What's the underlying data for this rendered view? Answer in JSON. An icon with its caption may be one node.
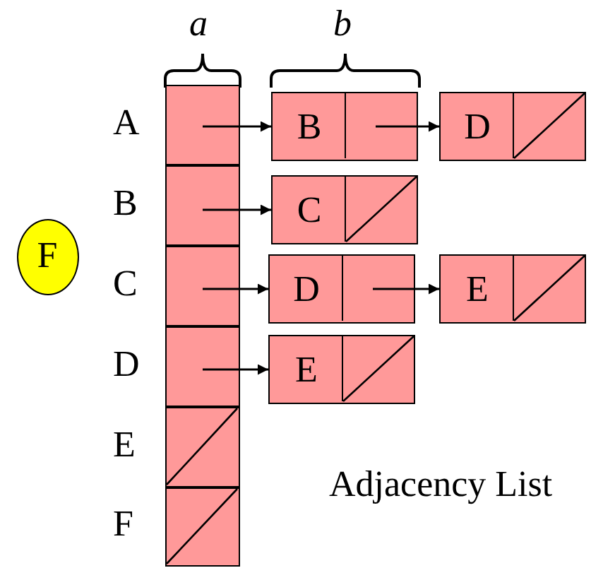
{
  "diagram": {
    "nodes": [
      {
        "text": [],
        "shape": "box",
        "beside": [
          "A"
        ]
      },
      {
        "text": [],
        "shape": "box",
        "beside": [
          "B"
        ]
      },
      {
        "text": [],
        "shape": "box",
        "beside": [
          "C"
        ]
      },
      {
        "text": [],
        "shape": "box",
        "beside": [
          "D"
        ]
      },
      {
        "text": [],
        "shape": "box",
        "beside": [
          "E"
        ]
      },
      {
        "text": [],
        "shape": "box",
        "beside": [
          "F"
        ]
      },
      {
        "text": [
          "B"
        ]
      },
      {
        "text": [
          "D"
        ]
      },
      {
        "text": [
          "C"
        ]
      },
      {
        "text": [
          "D"
        ]
      },
      {
        "text": [
          "E"
        ]
      },
      {
        "text": [
          "E"
        ]
      },
      {
        "text": [
          "F"
        ]
      }
    ],
    "edges": [
      {
        "from": 0,
        "to": 6,
        "arrow": "to"
      },
      {
        "from": 6,
        "to": 7,
        "arrow": "to"
      },
      {
        "from": 1,
        "to": 8,
        "arrow": "to"
      },
      {
        "from": 2,
        "to": 9,
        "arrow": "to"
      },
      {
        "from": 9,
        "to": 10,
        "arrow": "to"
      },
      {
        "from": 3,
        "to": 11,
        "arrow": "to"
      }
    ],
    "labels": [
      "a",
      "b",
      "Adjacency List"
    ]
  }
}
